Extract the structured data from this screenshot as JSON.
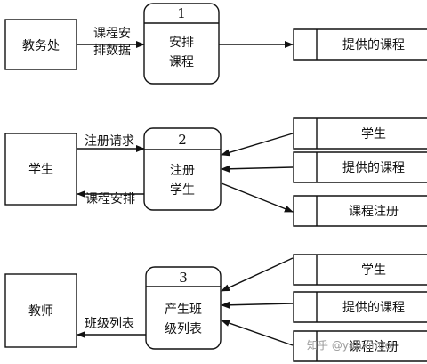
{
  "entities": {
    "jiaowuchu": "教务处",
    "student": "学生",
    "teacher": "教师"
  },
  "processes": [
    {
      "number": "1",
      "line1": "安排",
      "line2": "课程"
    },
    {
      "number": "2",
      "line1": "注册",
      "line2": "学生"
    },
    {
      "number": "3",
      "line1": "产生班",
      "line2": "级列表"
    }
  ],
  "stores": {
    "offered_courses": "提供的课程",
    "student": "学生",
    "course_registration": "课程注册"
  },
  "flows": {
    "course_schedule_data_line1": "课程安",
    "course_schedule_data_line2": "排数据",
    "registration_request": "注册请求",
    "course_schedule": "课程安排",
    "class_list": "班级列表"
  },
  "watermark": "知乎 @yanxinuo"
}
